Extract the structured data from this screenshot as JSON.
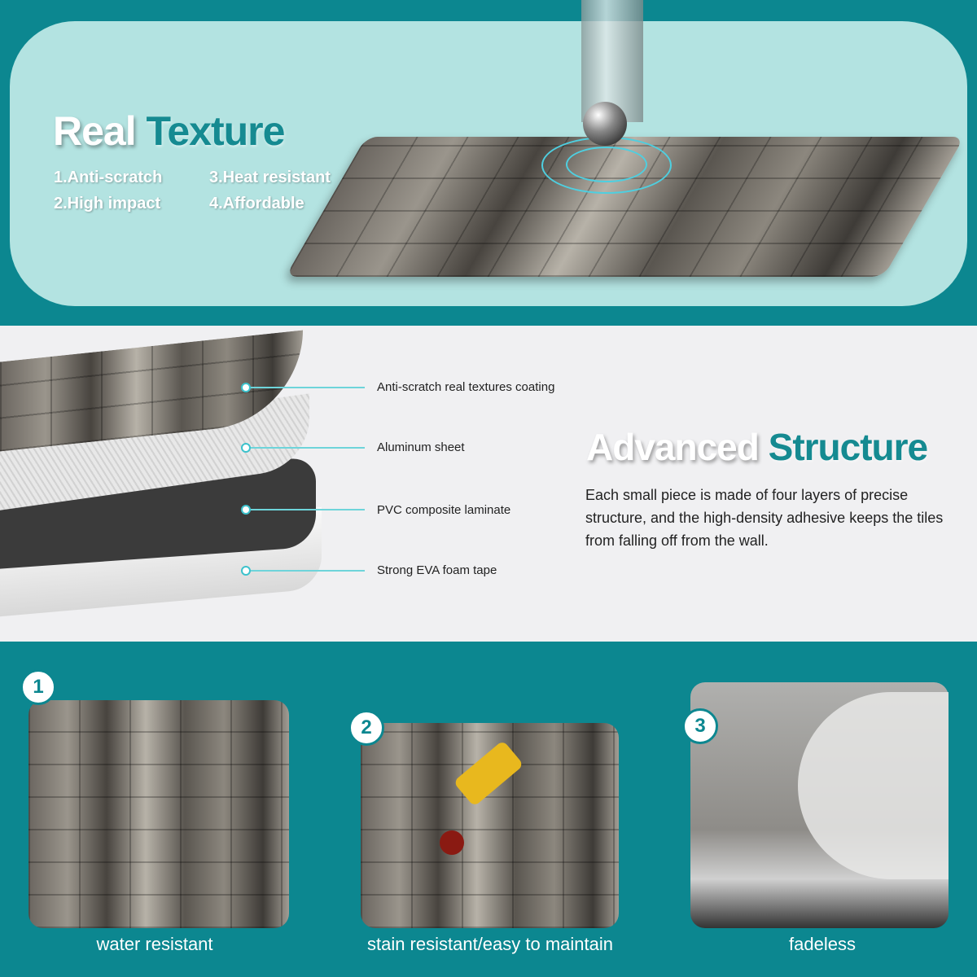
{
  "top": {
    "title_white": "Real",
    "title_teal": "Texture",
    "features": [
      "1.Anti-scratch",
      "2.High impact",
      "3.Heat resistant",
      "4.Affordable"
    ]
  },
  "structure": {
    "title_white": "Advanced",
    "title_teal": "Structure",
    "layers": [
      "Anti-scratch real textures coating",
      "Aluminum sheet",
      "PVC composite laminate",
      "Strong EVA foam tape"
    ],
    "description": "Each small piece is made of four layers of precise structure, and the high-density adhesive keeps the tiles from falling off from the wall."
  },
  "features": [
    {
      "num": "1",
      "caption": "water resistant"
    },
    {
      "num": "2",
      "caption": "stain resistant/easy to maintain"
    },
    {
      "num": "3",
      "caption": "fadeless"
    }
  ],
  "colors": {
    "teal": "#0c8790",
    "panel": "#b3e3e1",
    "light": "#f0f0f2"
  }
}
